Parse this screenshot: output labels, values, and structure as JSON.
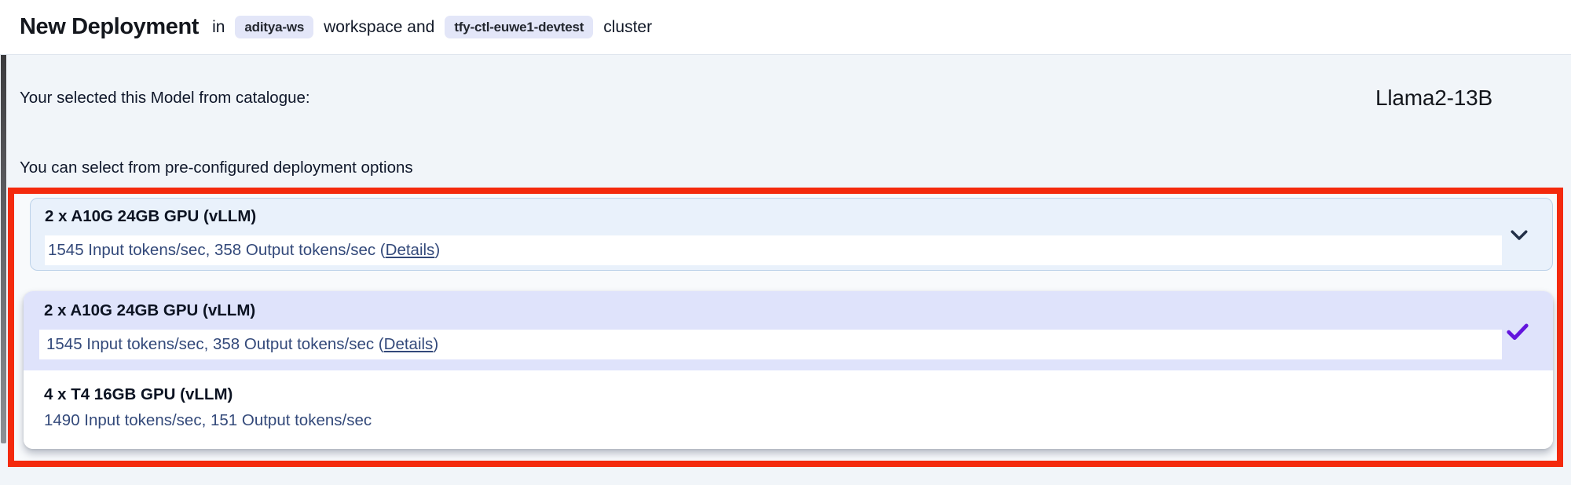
{
  "header": {
    "title": "New Deployment",
    "in_label": "in",
    "workspace_badge": "aditya-ws",
    "workspace_and_label": "workspace and",
    "cluster_badge": "tfy-ctl-euwe1-devtest",
    "cluster_label": "cluster"
  },
  "model_section": {
    "catalogue_label": "Your selected this Model from catalogue:",
    "model_name": "Llama2-13B",
    "options_label": "You can select from pre-configured deployment options"
  },
  "dropdown": {
    "trigger": {
      "title": "2 x A10G 24GB GPU (vLLM)",
      "stats_prefix": "1545 Input tokens/sec, 358 Output tokens/sec (",
      "details_link": "Details",
      "stats_suffix": ")",
      "chevron_icon": "chevron-down"
    },
    "options": [
      {
        "title": "2 x A10G 24GB GPU (vLLM)",
        "stats_prefix": "1545 Input tokens/sec, 358 Output tokens/sec (",
        "details_link": "Details",
        "stats_suffix": ")",
        "selected": true,
        "check_icon": "check-mark"
      },
      {
        "title": "4 x T4 16GB GPU (vLLM)",
        "stats_text": "1490 Input tokens/sec, 151 Output tokens/sec",
        "selected": false
      }
    ]
  },
  "colors": {
    "highlight_red": "#f42a0d",
    "selected_option_bg": "#dfe3fb",
    "trigger_bg": "#e9f1fb",
    "badge_bg": "#e3e6f8",
    "stats_text": "#33497a",
    "check_purple": "#6315dd",
    "chevron_navy": "#233047"
  }
}
